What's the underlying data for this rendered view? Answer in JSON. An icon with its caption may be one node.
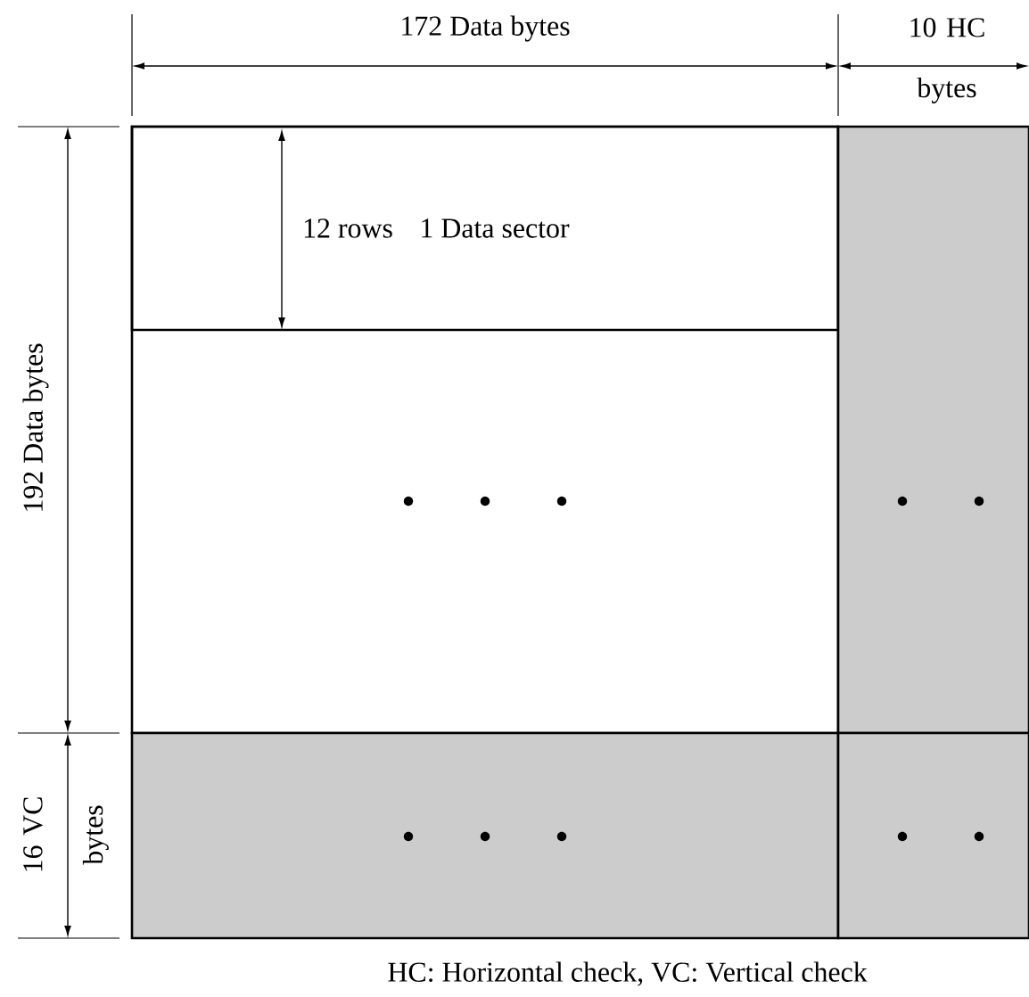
{
  "diagram": {
    "caption": "HC: Horizontal check,  VC: Vertical check",
    "nodes": [
      {
        "text": [],
        "shape": "box"
      },
      {
        "text": [
          "1 Data sector"
        ],
        "in": 0
      },
      {
        "text": [],
        "shape": "box"
      },
      {
        "text": [],
        "shape": "box"
      },
      {
        "text": [],
        "shape": "box"
      }
    ],
    "edges": [],
    "labels": [
      "172 Data bytes",
      "10 HC bytes",
      "12 rows",
      "192 Data bytes",
      "16 VC bytes"
    ]
  }
}
